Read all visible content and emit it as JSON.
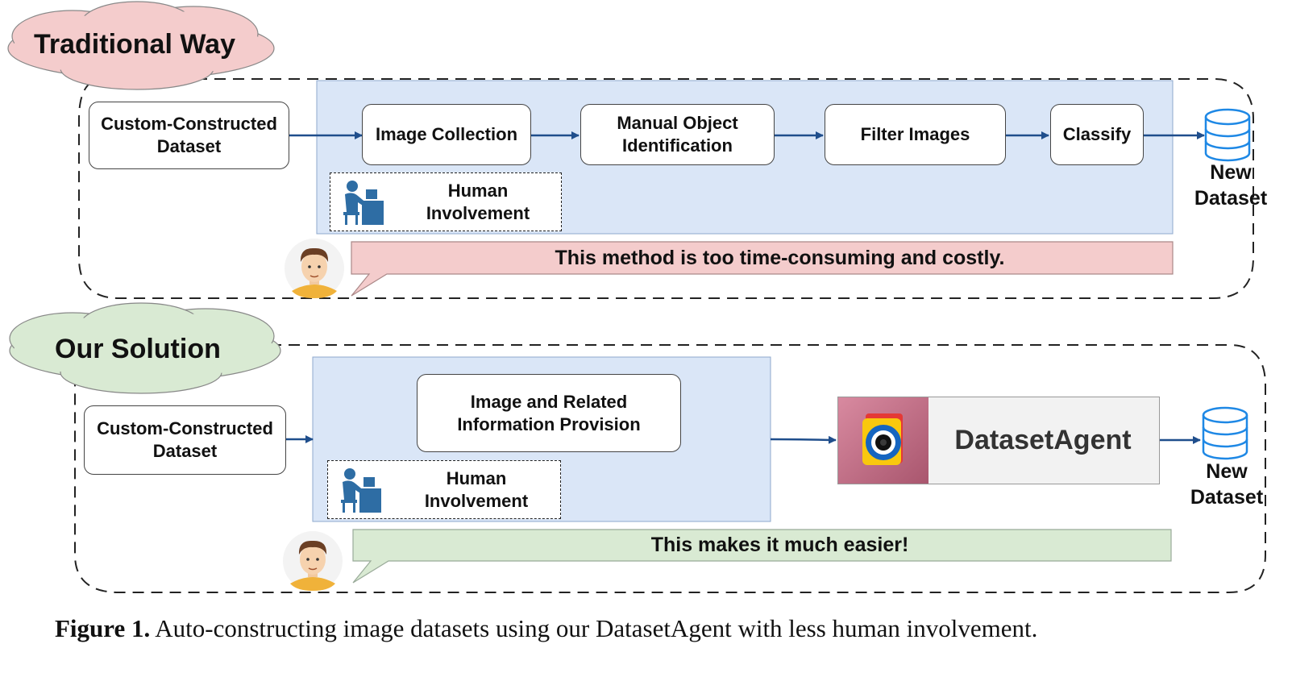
{
  "traditional": {
    "title": "Traditional Way",
    "start_box": "Custom-Constructed\nDataset",
    "steps": [
      "Image Collection",
      "Manual Object\nIdentification",
      "Filter Images",
      "Classify"
    ],
    "human_label": "Human\nInvolvement",
    "output_label": "New\nDataset",
    "comment": "This method is too time-consuming and costly."
  },
  "solution": {
    "title": "Our Solution",
    "start_box": "Custom-Constructed\nDataset",
    "step": "Image and Related\nInformation Provision",
    "human_label": "Human\nInvolvement",
    "agent_name": "DatasetAgent",
    "output_label": "New\nDataset",
    "comment": "This makes it much easier!"
  },
  "caption": {
    "label": "Figure 1.",
    "text": " Auto-constructing image datasets using our DatasetAgent with less human involvement."
  },
  "colors": {
    "pink_fill": "#f4cccc",
    "green_fill": "#d9ead3",
    "blue_panel": "#dae6f7",
    "arrow": "#1f4e8c",
    "db_icon": "#1e88e5",
    "human_icon": "#2e6da4"
  },
  "icons": [
    "person-at-desk-icon",
    "database-icon",
    "user-avatar-icon",
    "camera-logo-icon"
  ]
}
